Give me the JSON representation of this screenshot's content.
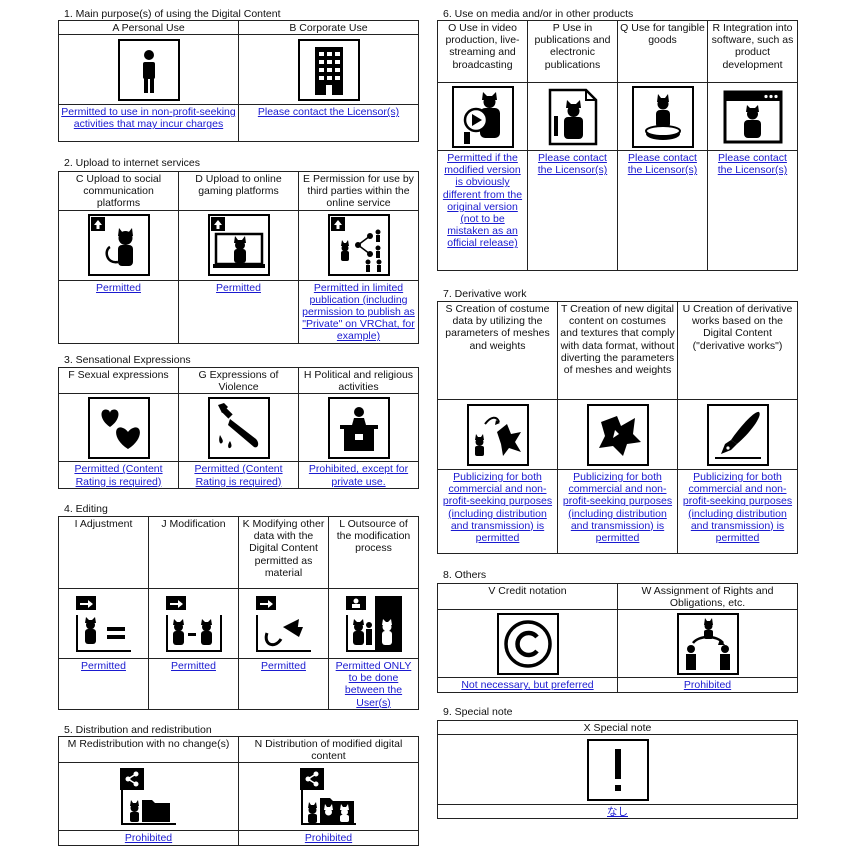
{
  "sections": {
    "s1": {
      "title": "1. Main purpose(s) of using the Digital Content",
      "items": [
        {
          "label": "A Personal Use",
          "icon": "person-icon",
          "status": "Permitted to use in non-profit-seeking activities that may incur charges"
        },
        {
          "label": "B  Corporate Use",
          "icon": "building-icon",
          "status": "Please contact the Licensor(s)"
        }
      ]
    },
    "s2": {
      "title": "2. Upload to internet services",
      "items": [
        {
          "label": "C Upload to social communication platforms",
          "icon": "upload-cat-icon",
          "status": "Permitted"
        },
        {
          "label": "D Upload to online gaming platforms",
          "icon": "upload-gaming-icon",
          "status": "Permitted"
        },
        {
          "label": "E Permission for use by third parties within the online service",
          "icon": "share-network-icon",
          "status": "Permitted in limited publication (including permission to publish as \"Private\" on VRChat, for example)"
        }
      ]
    },
    "s3": {
      "title": "3. Sensational Expressions",
      "items": [
        {
          "label": "F Sexual expressions",
          "icon": "hearts-icon",
          "status": "Permitted (Content Rating is required)"
        },
        {
          "label": "G Expressions of Violence",
          "icon": "knife-icon",
          "status": "Permitted (Content Rating is required)"
        },
        {
          "label": "H Political and religious activities",
          "icon": "podium-icon",
          "status": "Prohibited, except for private use."
        }
      ]
    },
    "s4": {
      "title": "4. Editing",
      "items": [
        {
          "label": "I Adjustment",
          "icon": "adjust-cat-icon",
          "status": "Permitted"
        },
        {
          "label": "J Modification",
          "icon": "modify-cats-icon",
          "status": "Permitted"
        },
        {
          "label": "K Modifying other data with the Digital Content permitted as material",
          "icon": "bow-tail-icon",
          "status": "Permitted"
        },
        {
          "label": "L Outsource of the modification process",
          "icon": "outsource-icon",
          "status": "Permitted ONLY to be done between the User(s)"
        }
      ]
    },
    "s5": {
      "title": "5. Distribution and redistribution",
      "items": [
        {
          "label": "M Redistribution with no change(s)",
          "icon": "redistribute-icon",
          "status": "Prohibited"
        },
        {
          "label": "N Distribution of modified digital content",
          "icon": "distribute-modified-icon",
          "status": "Prohibited"
        }
      ]
    },
    "s6": {
      "title": "6. Use on media and/or in other products",
      "items": [
        {
          "label": "O Use in video production, live-streaming and broadcasting",
          "icon": "video-cat-icon",
          "status": "Permitted if the modified version is obviously different from the original version (not to be mistaken as an official release)"
        },
        {
          "label": "P Use in publications and electronic publications",
          "icon": "publication-icon",
          "status": "Please contact the Licensor(s)"
        },
        {
          "label": "Q Use for tangible goods",
          "icon": "figure-icon",
          "status": "Please contact the Licensor(s)"
        },
        {
          "label": "R Integration into software, such as product development",
          "icon": "software-icon",
          "status": "Please contact the Licensor(s)"
        }
      ]
    },
    "s7": {
      "title": "7. Derivative work",
      "items": [
        {
          "label": "S Creation of costume data by utilizing the parameters of meshes and weights",
          "icon": "costume-cat-icon",
          "status": "Publicizing for both commercial and non-profit-seeking purposes (including distribution and transmission) is permitted"
        },
        {
          "label": "T Creation of new digital content on costumes and textures that comply with data format, without diverting the parameters of meshes and weights",
          "icon": "costume-icon",
          "status": "Publicizing for both commercial and non-profit-seeking purposes (including distribution and transmission) is permitted"
        },
        {
          "label": "U Creation of derivative works based on the Digital Content (\"derivative works\")",
          "icon": "pen-nib-icon",
          "status": "Publicizing for both commercial and non-profit-seeking purposes (including distribution and transmission) is permitted"
        }
      ]
    },
    "s8": {
      "title": "8. Others",
      "items": [
        {
          "label": "V Credit notation",
          "icon": "copyright-icon",
          "status": "Not necessary, but preferred"
        },
        {
          "label": "W Assignment of Rights and Obligations, etc.",
          "icon": "transfer-icon",
          "status": "Prohibited"
        }
      ]
    },
    "s9": {
      "title": "9. Special note",
      "items": [
        {
          "label": "X Special note",
          "icon": "exclamation-icon",
          "status": "なし"
        }
      ]
    }
  }
}
